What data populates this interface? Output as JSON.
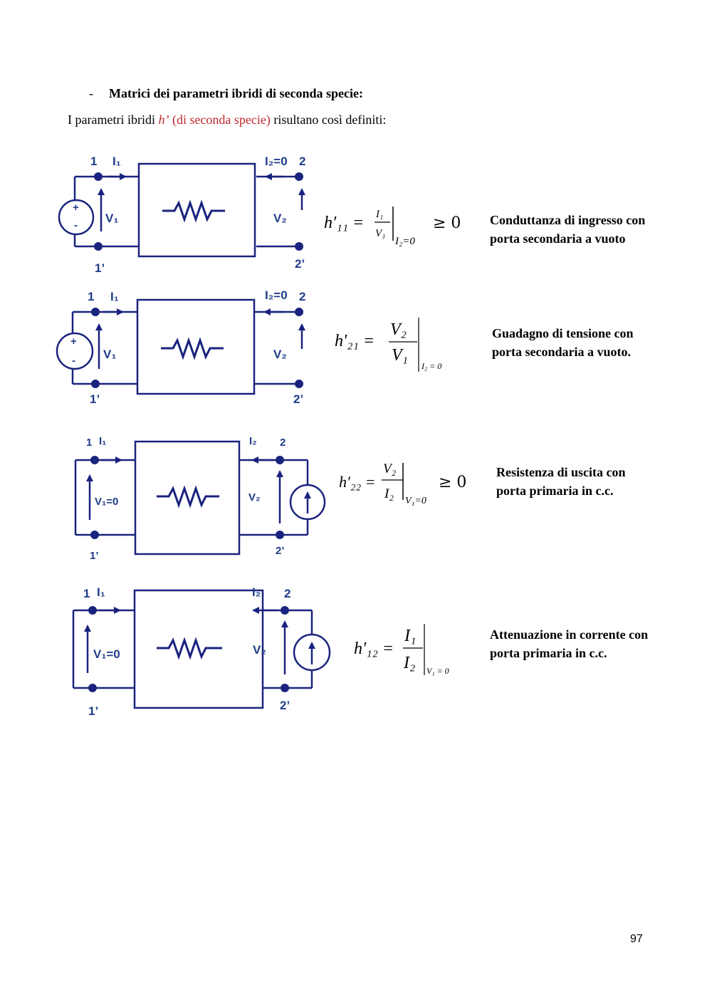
{
  "header": {
    "bullet": "-",
    "title": "Matrici dei parametri ibridi di seconda specie:"
  },
  "intro": {
    "before": "I parametri ibridi ",
    "symbol": "h’",
    "colored": " (di seconda specie)",
    "after": " risultano così definiti:"
  },
  "circuits": [
    {
      "labels": {
        "n1": "1",
        "i1": "I₁",
        "i2": "I₂=0",
        "n2": "2",
        "v1": "V₁",
        "v2": "V₂",
        "n1p": "1’",
        "n2p": "2’",
        "plus": "+",
        "minus": "-"
      },
      "formula": {
        "lhs": "h′₁₁ =",
        "num": "I₁",
        "den": "V₁",
        "cond": "I₂=0",
        "tail": "≥ 0"
      },
      "description": [
        "Conduttanza di ingresso con",
        "porta secondaria a vuoto"
      ]
    },
    {
      "labels": {
        "n1": "1",
        "i1": "I₁",
        "i2": "I₂=0",
        "n2": "2",
        "v1": "V₁",
        "v2": "V₂",
        "n1p": "1’",
        "n2p": "2’",
        "plus": "+",
        "minus": "-"
      },
      "formula": {
        "lhs": "h'₂₁ =",
        "num": "V₂",
        "den": "V₁",
        "cond": "I₂ = 0",
        "tail": ""
      },
      "description": [
        "Guadagno di tensione con",
        "porta secondaria a vuoto."
      ]
    },
    {
      "labels": {
        "n1": "1",
        "i1": "I₁",
        "i2": "I₂",
        "n2": "2",
        "v1": "V₁=0",
        "v2": "V₂",
        "n1p": "1’",
        "n2p": "2’"
      },
      "formula": {
        "lhs": "h′₂₂ =",
        "num": "V₂",
        "den": "I₂",
        "cond": "V₁=0",
        "tail": "≥ 0"
      },
      "description": [
        "Resistenza di uscita con",
        "porta primaria in c.c."
      ]
    },
    {
      "labels": {
        "n1": "1",
        "i1": "I₁",
        "i2": "I₂",
        "n2": "2",
        "v1": "V₁=0",
        "v2": "V₂",
        "n1p": "1’",
        "n2p": "2’"
      },
      "formula": {
        "lhs": "h'₁₂ =",
        "num": "I₁",
        "den": "I₂",
        "cond": "V₁ = 0",
        "tail": ""
      },
      "description": [
        "Attenuazione in corrente con",
        "porta primaria in c.c."
      ]
    }
  ],
  "page_number": "97",
  "colors": {
    "circuit": "#1a237e",
    "label": "#1f3c88",
    "accent": "#c0272d"
  }
}
